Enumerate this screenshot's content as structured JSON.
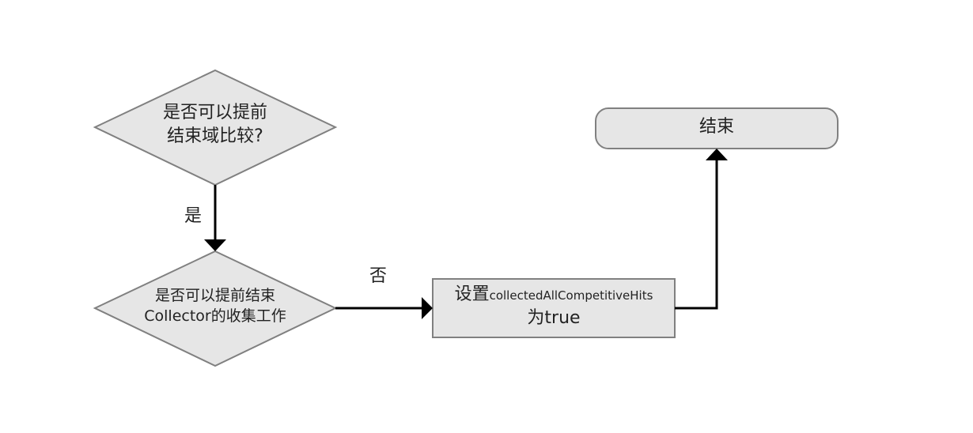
{
  "nodes": {
    "decision1": {
      "line1": "是否可以提前",
      "line2": "结束域比较?"
    },
    "decision2": {
      "line1": "是否可以提前结束",
      "line2": "Collector的收集工作"
    },
    "process": {
      "prefix": "设置",
      "var": "collectedAllCompetitiveHits",
      "line2": "为true"
    },
    "end": {
      "label": "结束"
    }
  },
  "edges": {
    "yes_label": "是",
    "no_label": "否"
  },
  "colors": {
    "shape_fill": "#e6e6e6",
    "shape_stroke": "#808080",
    "arrow": "#000000"
  }
}
